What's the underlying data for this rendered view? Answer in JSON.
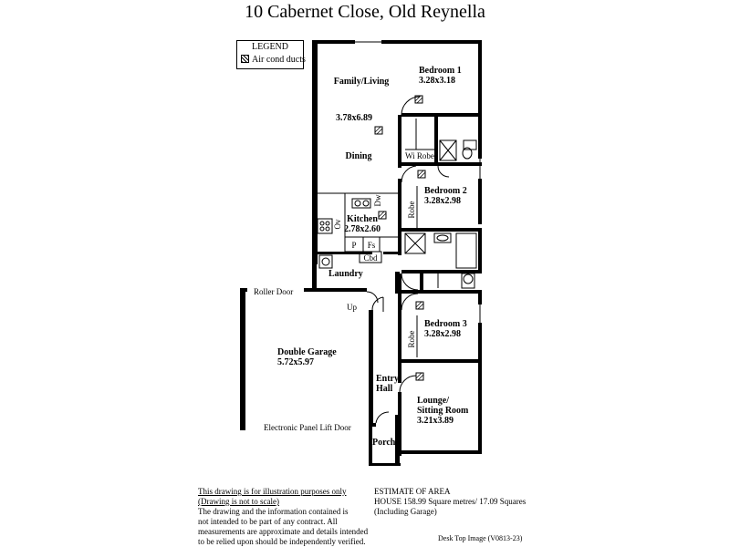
{
  "title": "10 Cabernet Close, Old Reynella",
  "legend": {
    "heading": "LEGEND",
    "item": "Air cond ducts"
  },
  "rooms": {
    "family_living": {
      "name": "Family/Living",
      "size": "3.78x6.89"
    },
    "dining": {
      "name": "Dining"
    },
    "bedroom1": {
      "name": "Bedroom 1",
      "size": "3.28x3.18"
    },
    "wi_robe": {
      "name": "Wi Robe"
    },
    "bedroom2": {
      "name": "Bedroom 2",
      "size": "3.28x2.98"
    },
    "robe2": {
      "name": "Robe"
    },
    "kitchen": {
      "name": "Kitchen",
      "size": "2.78x2.60"
    },
    "ov": "Ov",
    "dw": "Dw",
    "pantry": "P",
    "fridge_space": "Fs",
    "cbd": "Cbd",
    "laundry": {
      "name": "Laundry"
    },
    "bedroom3": {
      "name": "Bedroom 3",
      "size": "3.28x2.98"
    },
    "robe3": {
      "name": "Robe"
    },
    "garage": {
      "name": "Double Garage",
      "size": "5.72x5.97"
    },
    "entry_hall": {
      "name_line1": "Entry",
      "name_line2": "Hall"
    },
    "lounge": {
      "name_line1": "Lounge/",
      "name_line2": "Sitting Room",
      "size": "3.21x3.89"
    },
    "porch": {
      "name": "Porch"
    }
  },
  "annotations": {
    "roller_door": "Roller Door",
    "up": "Up",
    "lift_door": "Electronic Panel Lift Door"
  },
  "disclaimer": {
    "line1": "This drawing is for illustration purposes only",
    "line2": "(Drawing is not to scale)",
    "line3": "The drawing and the information contained is",
    "line4": "not intended to be part of any contract.  All",
    "line5": "measurements are approximate and details intended",
    "line6": "to be relied upon should be independently verified."
  },
  "estimate": {
    "heading": "ESTIMATE OF AREA",
    "house": "HOUSE  158.99 Square metres/ 17.09 Squares",
    "note": "(Including Garage)"
  },
  "credit": "Desk Top Image  (V0813-23)"
}
